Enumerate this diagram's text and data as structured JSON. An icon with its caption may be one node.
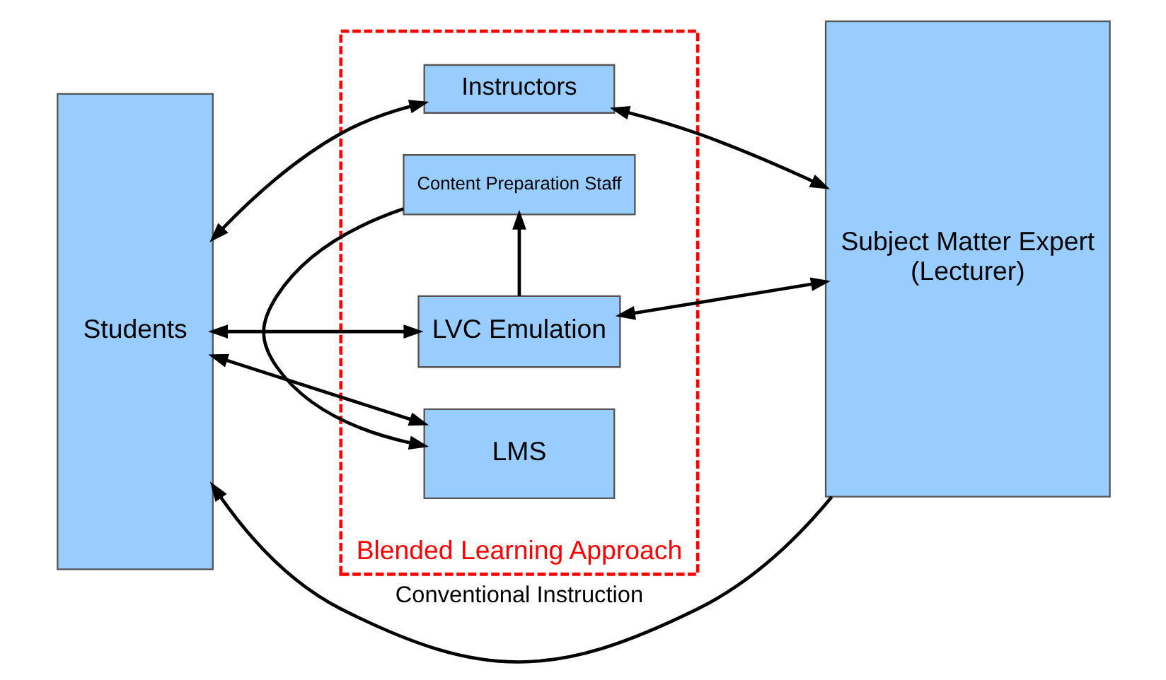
{
  "diagram": {
    "nodes": [
      {
        "text": [
          "Students"
        ]
      },
      {
        "text": [
          "Blended Learning Approach"
        ]
      },
      {
        "text": [
          "LVC Emulation"
        ],
        "in": 1
      },
      {
        "text": [
          "Content Preparation Staff"
        ],
        "in": 1
      },
      {
        "text": [
          "LMS"
        ],
        "in": 1
      },
      {
        "text": [
          "Instructors"
        ],
        "in": 1
      },
      {
        "text": [
          "Subject Matter Expert",
          "(Lecturer)"
        ]
      }
    ],
    "edges": [
      {
        "from": 6,
        "to": 0,
        "arrow": "to",
        "label": "Conventional Instruction"
      },
      {
        "from": 0,
        "to": 2,
        "arrow": "both"
      },
      {
        "from": 2,
        "to": 6,
        "arrow": "both"
      },
      {
        "from": 2,
        "to": 3,
        "arrow": "to"
      },
      {
        "from": 3,
        "to": 4,
        "arrow": "to"
      },
      {
        "from": 0,
        "to": 4,
        "arrow": "both"
      },
      {
        "from": 0,
        "to": 5,
        "arrow": "both"
      },
      {
        "from": 5,
        "to": 6,
        "arrow": "both"
      }
    ]
  }
}
